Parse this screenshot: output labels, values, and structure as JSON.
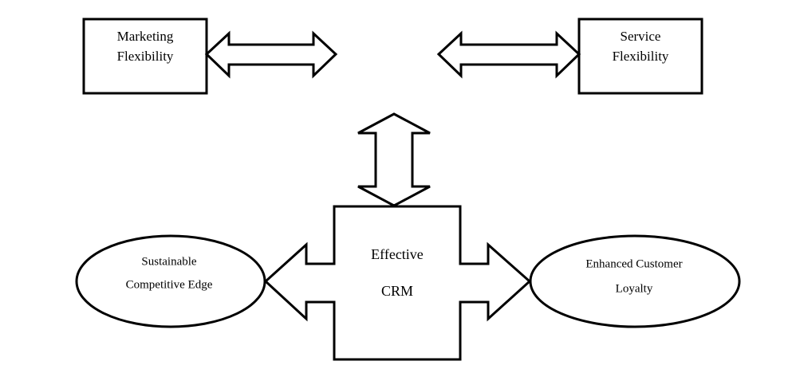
{
  "nodes": {
    "marketing_flexibility": {
      "line1": "Marketing",
      "line2": "Flexibility"
    },
    "service_flexibility": {
      "line1": "Service",
      "line2": "Flexibility"
    },
    "effective_crm": {
      "line1": "Effective",
      "line2": "CRM"
    },
    "sustainable_competitive_edge": {
      "line1": "Sustainable",
      "line2": "Competitive Edge"
    },
    "enhanced_customer_loyalty": {
      "line1": "Enhanced Customer",
      "line2": "Loyalty"
    }
  },
  "colors": {
    "stroke": "#000000",
    "fill": "#ffffff"
  }
}
